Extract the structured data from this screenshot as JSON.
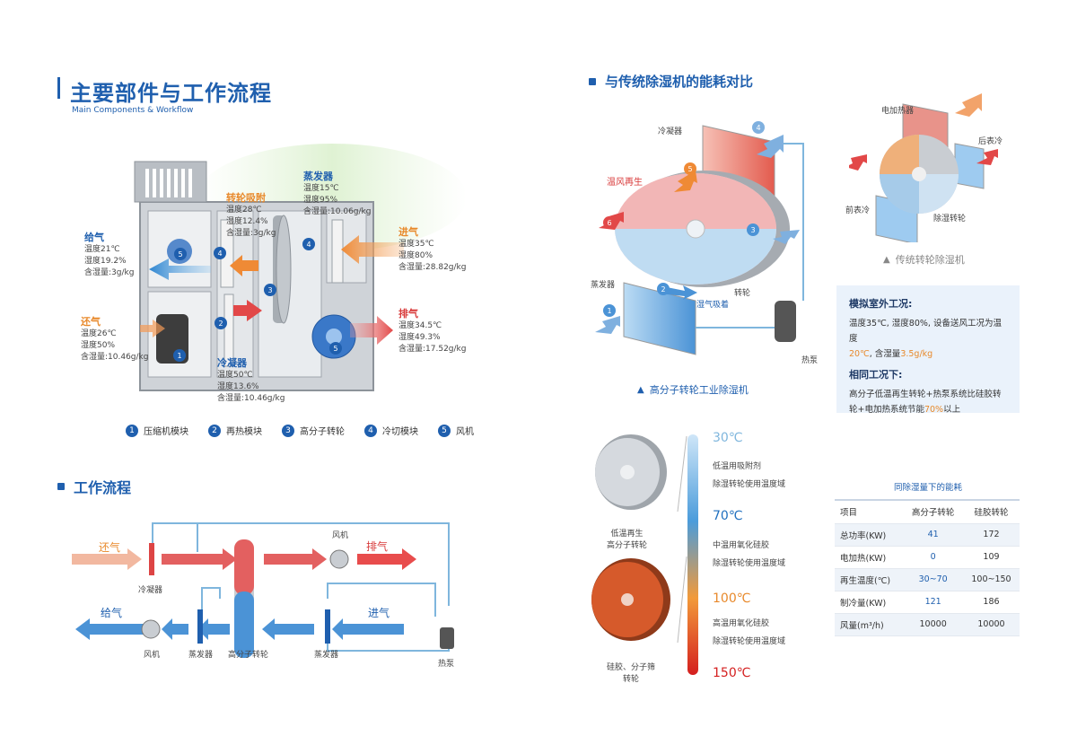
{
  "header": {
    "title": "主要部件与工作流程",
    "subtitle": "Main Components & Workflow"
  },
  "unit": {
    "supply": {
      "title": "给气",
      "lines": [
        "温度21℃",
        "湿度19.2%",
        "含湿量:3g/kg"
      ]
    },
    "return": {
      "title": "还气",
      "lines": [
        "温度26℃",
        "湿度50%",
        "含湿量:10.46g/kg"
      ]
    },
    "rotor_adsorb": {
      "title": "转轮吸附",
      "lines": [
        "温度28℃",
        "湿度12.4%",
        "含湿量:3g/kg"
      ]
    },
    "evaporator": {
      "title": "蒸发器",
      "lines": [
        "温度15℃",
        "湿度95%",
        "含湿量:10.06g/kg"
      ]
    },
    "condenser": {
      "title": "冷凝器",
      "lines": [
        "温度50℃",
        "湿度13.6%",
        "含湿量:10.46g/kg"
      ]
    },
    "intake": {
      "title": "进气",
      "lines": [
        "温度35℃",
        "湿度80%",
        "含湿量:28.82g/kg"
      ]
    },
    "exhaust": {
      "title": "排气",
      "lines": [
        "温度34.5℃",
        "湿度49.3%",
        "含湿量:17.52g/kg"
      ]
    },
    "module_numbers": [
      "1",
      "2",
      "3",
      "4",
      "4",
      "5",
      "5"
    ]
  },
  "legend": [
    {
      "num": "1",
      "label": "压缩机模块"
    },
    {
      "num": "2",
      "label": "再热模块"
    },
    {
      "num": "3",
      "label": "高分子转轮"
    },
    {
      "num": "4",
      "label": "冷切模块"
    },
    {
      "num": "5",
      "label": "风机"
    }
  ],
  "workflow": {
    "title": "工作流程",
    "return_air": "还气",
    "exhaust": "排气",
    "supply": "给气",
    "intake": "进气",
    "condenser": "冷凝器",
    "fan_top": "风机",
    "fan_bottom": "风机",
    "evaporator_left": "蒸发器",
    "rotor": "高分子转轮",
    "evaporator_right": "蒸发器",
    "heat_pump": "热泵"
  },
  "comparison": {
    "title": "与传统除湿机的能耗对比",
    "condenser": "冷凝器",
    "warm_regen": "温风再生",
    "evaporator": "蒸发器",
    "moist_adsorb": "湿气吸着",
    "rotor": "转轮",
    "heat_pump": "热泵",
    "caption": "高分子转轮工业除湿机",
    "nums": [
      "4",
      "5",
      "6",
      "3",
      "2",
      "1"
    ]
  },
  "traditional": {
    "electric_heater": "电加热器",
    "after_cool": "后表冷",
    "pre_cool": "前表冷",
    "rotor": "除湿转轮",
    "caption": "传统转轮除湿机"
  },
  "note": {
    "h1": "模拟室外工况:",
    "t1a": "温度35℃, 湿度80%, 设备送风工况为温度",
    "t1b_orange1": "20℃",
    "t1b_mid": ", 含湿量",
    "t1b_orange2": "3.5g/kg",
    "h2": "相同工况下:",
    "t2a": "高分子低温再生转轮+热泵系统比硅胶转",
    "t2b_pre": "轮+电加热系统节能",
    "t2b_pct": "70%",
    "t2b_post": "以上"
  },
  "temps": {
    "t30": "30℃",
    "d30a": "低温用吸附剂",
    "d30b": "除湿转轮使用温度域",
    "t70": "70℃",
    "d70a": "中温用氧化硅胶",
    "d70b": "除湿转轮使用温度域",
    "t100": "100℃",
    "d100a": "高温用氧化硅胶",
    "d100b": "除湿转轮使用温度域",
    "t150": "150℃",
    "wheel1a": "低温再生",
    "wheel1b": "高分子转轮",
    "wheel2a": "硅胶、分子筛",
    "wheel2b": "转轮"
  },
  "energy_table": {
    "title": "同除湿量下的能耗",
    "headers": [
      "项目",
      "高分子转轮",
      "硅胶转轮"
    ],
    "rows": [
      [
        "总功率(KW)",
        "41",
        "172"
      ],
      [
        "电加热(KW)",
        "0",
        "109"
      ],
      [
        "再生温度(℃)",
        "30~70",
        "100~150"
      ],
      [
        "制冷量(KW)",
        "121",
        "186"
      ],
      [
        "风量(m³/h)",
        "10000",
        "10000"
      ]
    ]
  },
  "colors": {
    "brand_blue": "#1f5fae",
    "orange": "#e8892b",
    "red": "#d83a3a",
    "light_blue": "#5aa6dc"
  },
  "icons": [
    "triangle-up-icon",
    "fan-icon",
    "heat-pump-icon",
    "compressor-icon"
  ]
}
